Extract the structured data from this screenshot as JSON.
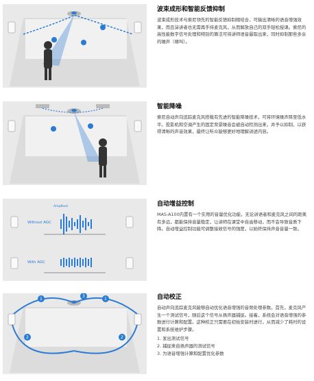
{
  "sections": [
    {
      "title": "波束成形和智能反馈抑制",
      "body": "波束成形技术与索尼领先的智能反馈抑制相结合，可输出清晰的语音增强效果，而且演讲者也无需再手持麦克风，从而解放自己的双手轻松授课。索尼的高性能数字信号处理和特别的算法可将讲师语音最取出来，同时抑制那些多余的噪声（啸叫）。"
    },
    {
      "title": "智能降噪",
      "body": "索尼自动声向追踪麦克风搭载有先进的智能降噪技术，可将环境噪声降至低水平。投影机和空调产生的固定背景噪音会被自动检测出来，并予以抑制，以获得清晰的声音效果，最终让听众能够更好地理解讲述内容。"
    },
    {
      "title": "自动增益控制",
      "body": "MAS-A100内置有一个实用的音量优化功能，无论讲语者和麦克风之间的距离有多远，都能保持音量稳定，让讲师在课堂中自由移动，而不会导致音质下降。自动增益控制功能可调整接收信号的强度，以始终保持声音音量一致。",
      "diagram": {
        "without_label": "Without AGC",
        "with_label": "With AGC",
        "tag": "AmpBoxk"
      }
    },
    {
      "title": "自动校正",
      "body": "自动声向追踪麦克风能够自动优化语音增强的音频处理参数。首先，麦克风产生一个测试信号，随后这个信号从扬声器捕捉。接着，系统会对语音增强的参数进行计算和配置。这种校正只需要在初始安装时进行，从而减少了耗时的设置和系统维护步骤。",
      "steps": [
        "1. 发出测试信号",
        "2. 捕捉来自扬声器的测试信号",
        "3. 为语音增强计算和配置优化参数"
      ],
      "markers": [
        "1",
        "2",
        "3"
      ]
    }
  ]
}
